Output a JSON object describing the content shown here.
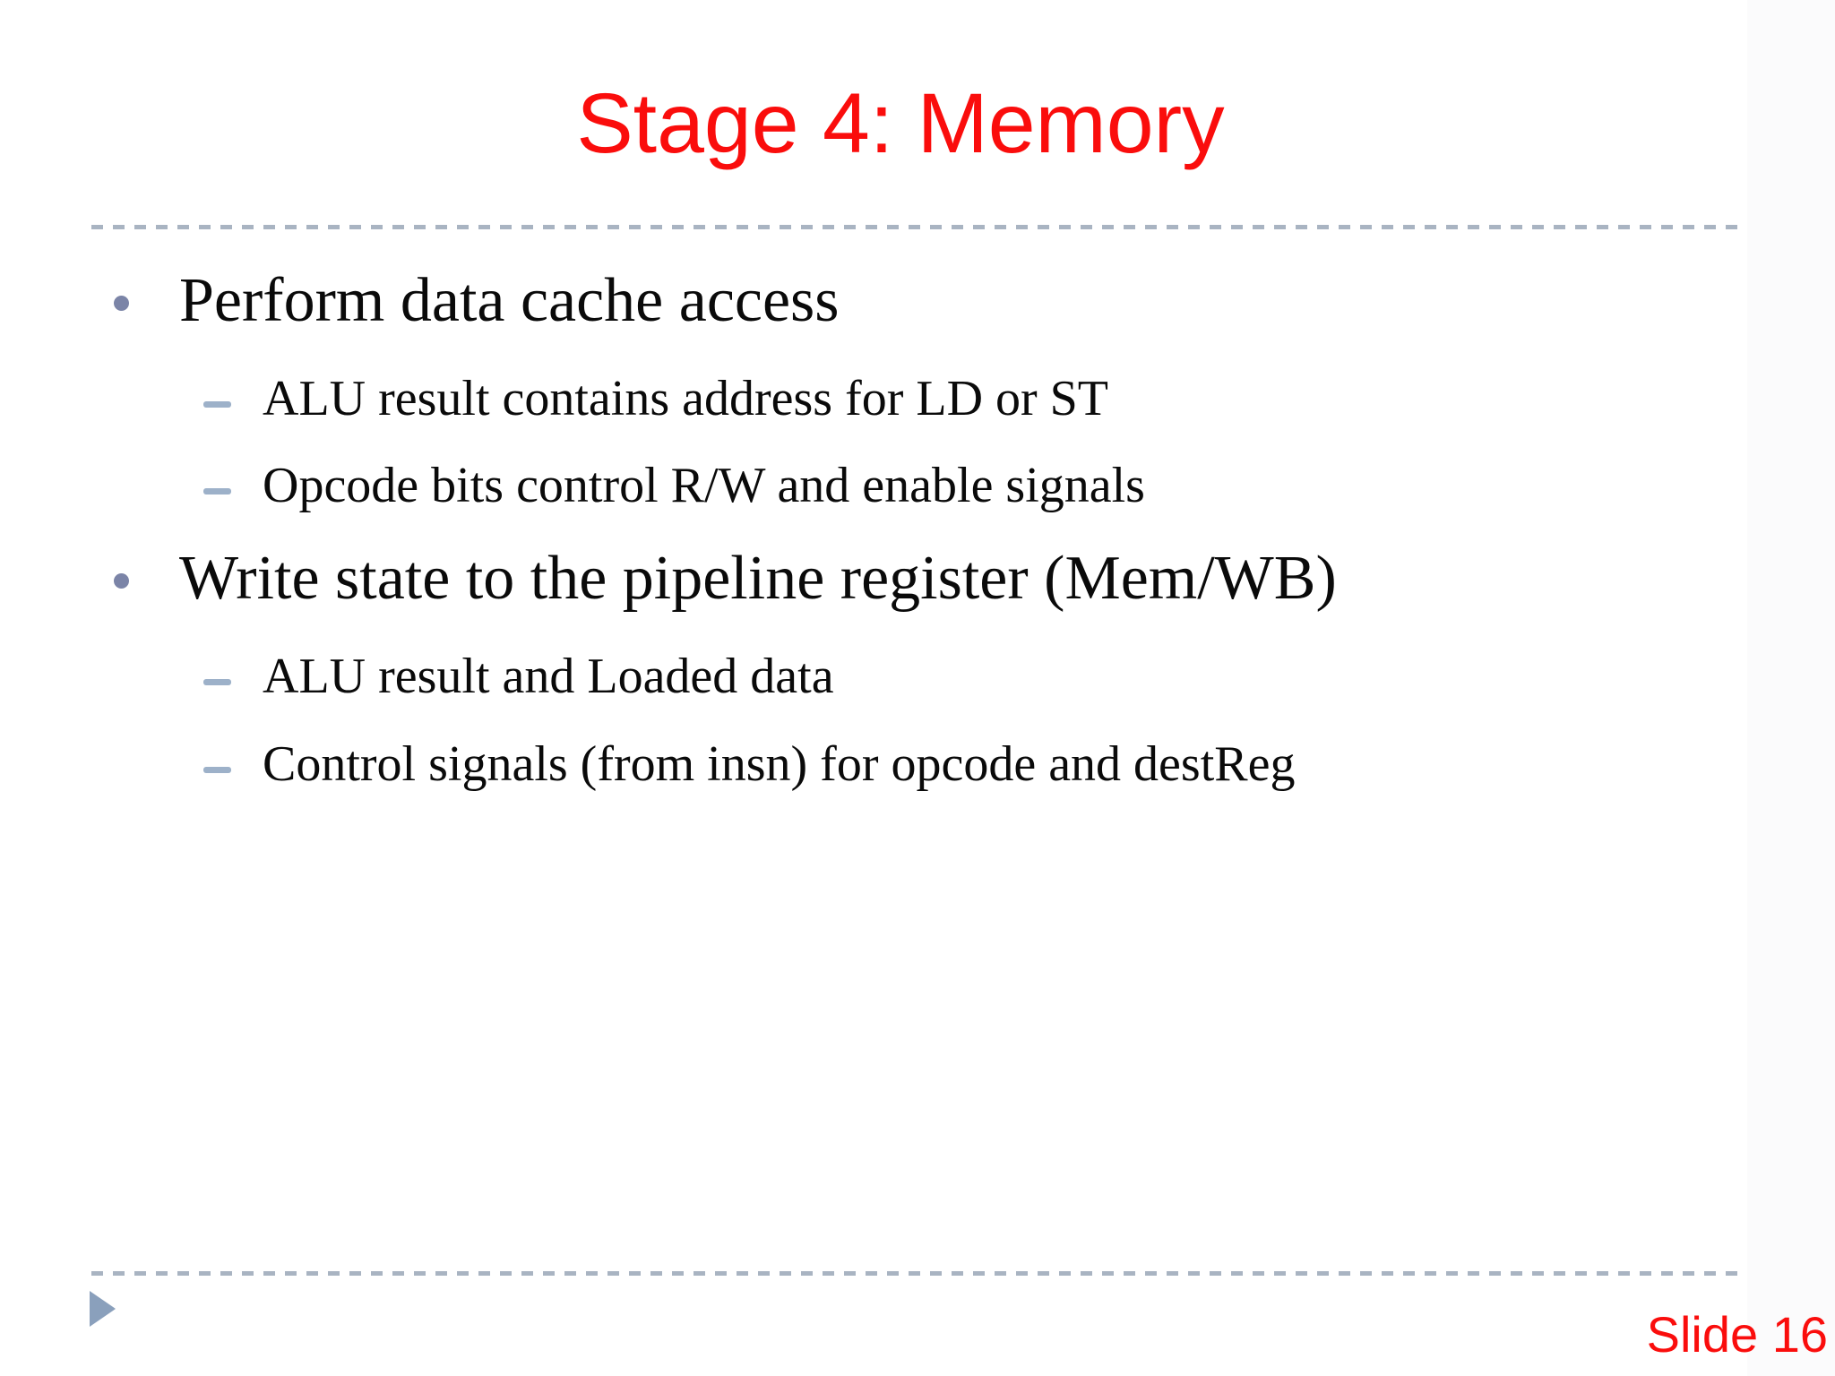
{
  "slide": {
    "title": "Stage 4: Memory",
    "bullets": [
      {
        "text": "Perform data cache access",
        "sub": [
          "ALU result contains address for LD or ST",
          "Opcode bits control R/W and enable signals"
        ]
      },
      {
        "text": "Write state to the pipeline register (Mem/WB)",
        "sub": [
          "ALU result and Loaded data",
          "Control signals (from insn) for opcode and destReg"
        ]
      }
    ],
    "footer": {
      "slide_number_label": "Slide 16"
    },
    "colors": {
      "title_color": "#fa0d0c",
      "body_text_color": "#0a0a0a",
      "bullet_dot_color": "#7b84a7",
      "sub_dash_color": "#9db1c9",
      "divider_color": "#a9b4c2",
      "arrow_color": "#8aa0bc"
    }
  }
}
